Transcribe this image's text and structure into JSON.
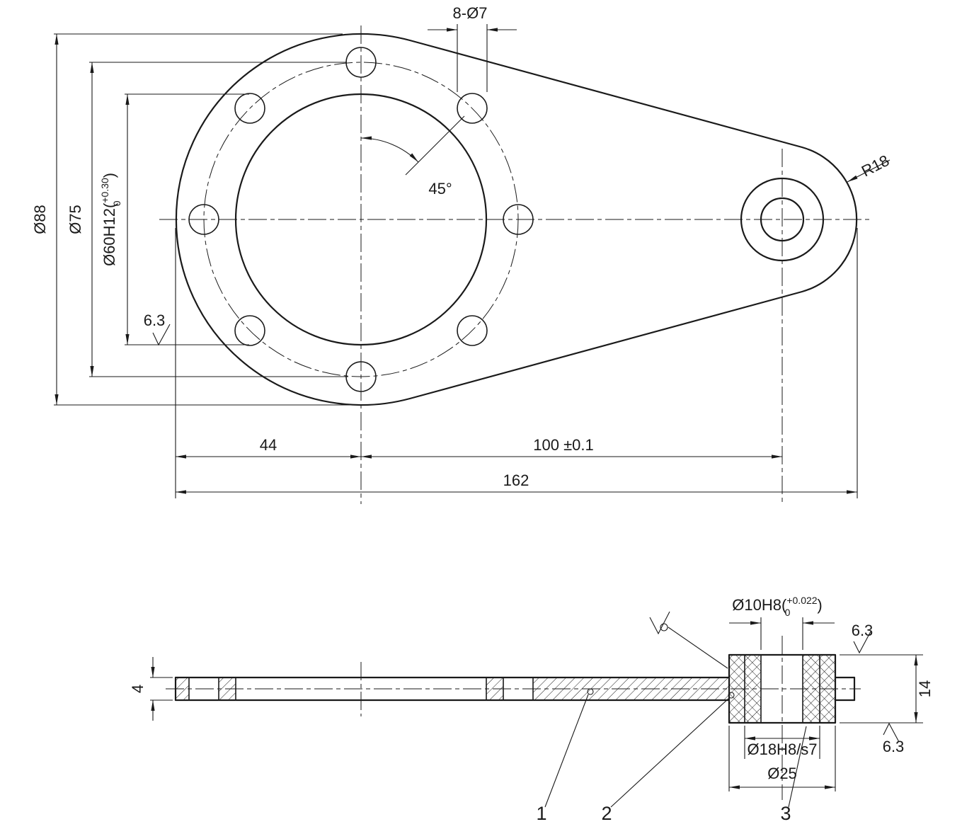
{
  "drawing": {
    "kind": "engineering-drawing",
    "colors": {
      "line": "#1a1a1a",
      "background": "#ffffff"
    },
    "top_view": {
      "dim_bolt_holes": "8-Ø7",
      "dim_outer_dia": "Ø88",
      "dim_bolt_circle_dia": "Ø75",
      "bore": {
        "prefix": "Ø60H12(",
        "tol_upper": "+0.30",
        "tol_lower": "0",
        "suffix": ")"
      },
      "dim_angle": "45°",
      "dim_boss_radius": "R18",
      "roughness_bore": "6.3",
      "dim_offset_44": "44",
      "dim_centers_100": "100 ±0.1",
      "dim_overall_162": "162"
    },
    "section_view": {
      "bore": {
        "prefix": "Ø10H8(",
        "tol_upper": "+0.022",
        "tol_lower": "0",
        "suffix": ")"
      },
      "dim_fit": "Ø18H8/s7",
      "dim_boss_dia": "Ø25",
      "dim_plate_thickness": "4",
      "dim_boss_height": "14",
      "roughness_top": "6.3",
      "roughness_bottom": "6.3",
      "balloons": {
        "b1": "1",
        "b2": "2",
        "b3": "3"
      }
    }
  }
}
